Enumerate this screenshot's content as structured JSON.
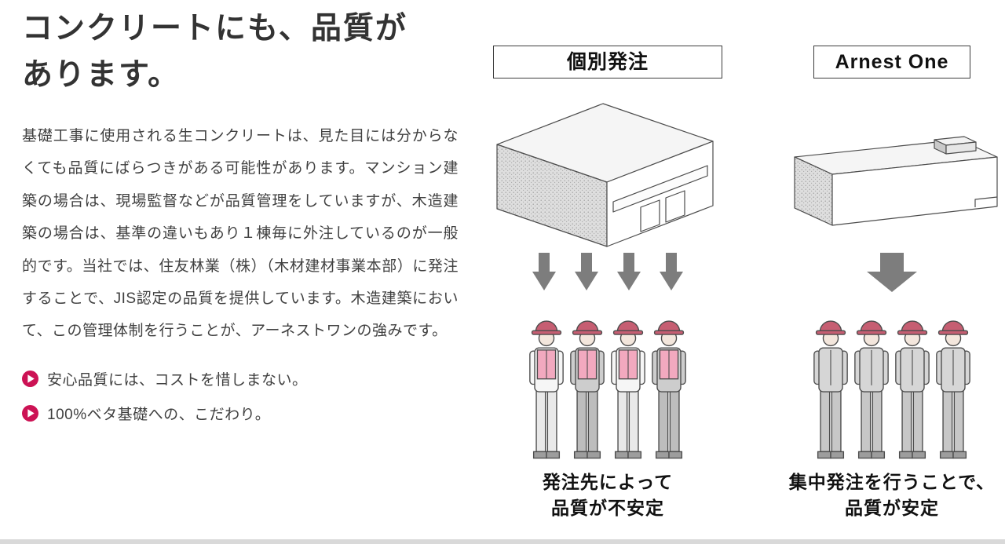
{
  "left_panel": {
    "heading": "コンクリートにも、品質が\nあります。",
    "paragraph": "基礎工事に使用される生コンクリートは、見た目には分からなくても品質にばらつきがある可能性があります。マンション建築の場合は、現場監督などが品質管理をしていますが、木造建築の場合は、基準の違いもあり１棟毎に外注しているのが一般的です。当社では、住友林業（株）（木材建材事業本部）に発注することで、JIS認定の品質を提供しています。木造建築において、この管理体制を行うことが、アーネストワンの強みです。",
    "bullets": [
      "安心品質には、コストを惜しまない。",
      "100%ベタ基礎への、こだわり。"
    ]
  },
  "diagram": {
    "individual": {
      "label": "個別発注",
      "caption": "発注先によって\n品質が不安定"
    },
    "arnest": {
      "label": "Arnest One",
      "caption": "集中発注を行うことで、\n品質が安定"
    }
  },
  "colors": {
    "accent_pink": "#cc1254",
    "arrow_gray": "#7d7d7d",
    "helmet_pink": "#c65e72",
    "vest_pink": "#f2a9bf",
    "text_dark": "#333333"
  }
}
